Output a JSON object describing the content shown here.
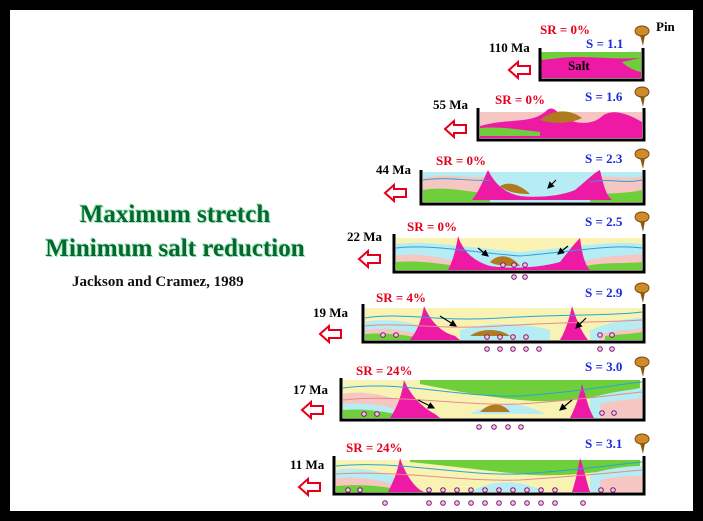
{
  "title_line1": "Maximum stretch",
  "title_line2": "Minimum salt reduction",
  "citation": "Jackson and Cramez, 1989",
  "pin_label": "Pin",
  "salt_label": "Salt",
  "colors": {
    "salt": "#ee1aa6",
    "green": "#6fcf3a",
    "brown": "#b07a1f",
    "pink_bg": "#f6c6c3",
    "cyan_bg": "#b6ecf3",
    "yellow_bg": "#f8f3b3",
    "sr_text": "#e4001b",
    "s_text": "#1c2bd8",
    "title": "#006b2d",
    "arrow": "#e4001b"
  },
  "stages": [
    {
      "age": "110 Ma",
      "sr": "SR = 0%",
      "s": "S = 1.1"
    },
    {
      "age": "55 Ma",
      "sr": "SR = 0%",
      "s": "S = 1.6"
    },
    {
      "age": "44 Ma",
      "sr": "SR = 0%",
      "s": "S = 2.3"
    },
    {
      "age": "22 Ma",
      "sr": "SR = 0%",
      "s": "S = 2.5"
    },
    {
      "age": "19 Ma",
      "sr": "SR = 4%",
      "s": "S = 2.9"
    },
    {
      "age": "17 Ma",
      "sr": "SR = 24%",
      "s": "S = 3.0"
    },
    {
      "age": "11 Ma",
      "sr": "SR = 24%",
      "s": "S = 3.1"
    }
  ]
}
